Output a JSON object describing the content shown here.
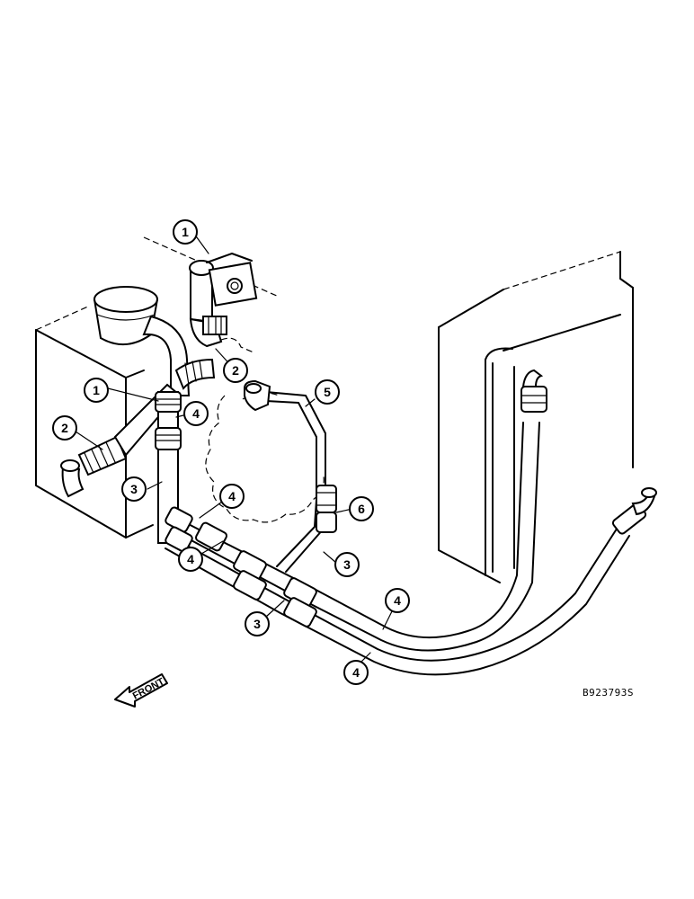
{
  "figure": {
    "id_code": "B923793S",
    "front_label": "FRONT"
  },
  "callouts": [
    {
      "id": "c1a",
      "label": "1"
    },
    {
      "id": "c1b",
      "label": "1"
    },
    {
      "id": "c2a",
      "label": "2"
    },
    {
      "id": "c2b",
      "label": "2"
    },
    {
      "id": "c3a",
      "label": "3"
    },
    {
      "id": "c3b",
      "label": "3"
    },
    {
      "id": "c3c",
      "label": "3"
    },
    {
      "id": "c4a",
      "label": "4"
    },
    {
      "id": "c4b",
      "label": "4"
    },
    {
      "id": "c4c",
      "label": "4"
    },
    {
      "id": "c4d",
      "label": "4"
    },
    {
      "id": "c4e",
      "label": "4"
    },
    {
      "id": "c5",
      "label": "5"
    },
    {
      "id": "c6",
      "label": "6"
    }
  ]
}
